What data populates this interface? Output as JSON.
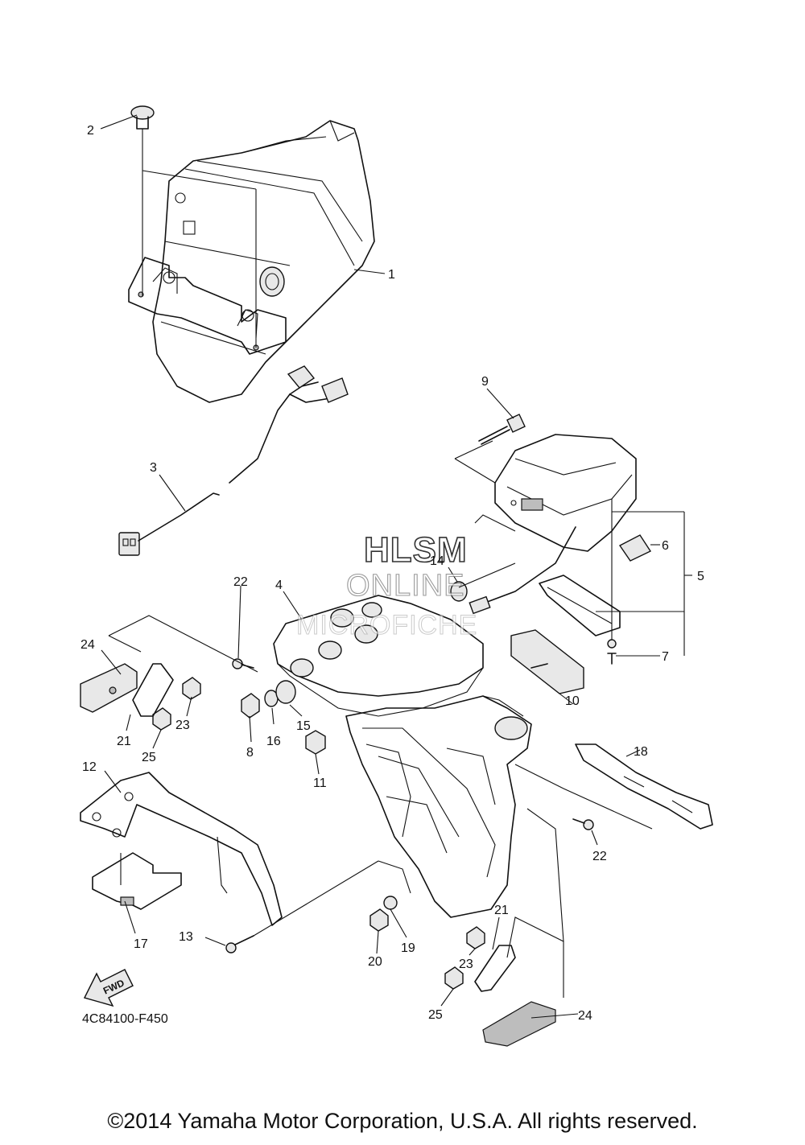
{
  "watermark": {
    "line1": "HLSM",
    "line2": "ONLINE",
    "line3": "MICROFICHE"
  },
  "fwd_label": "FWD",
  "diagram_code": "4C84100-F450",
  "copyright": "©2014 Yamaha Motor Corporation, U.S.A. All rights reserved.",
  "callouts": [
    {
      "id": "c1",
      "text": "1"
    },
    {
      "id": "c2",
      "text": "2"
    },
    {
      "id": "c3",
      "text": "3"
    },
    {
      "id": "c4",
      "text": "4"
    },
    {
      "id": "c5",
      "text": "5"
    },
    {
      "id": "c6",
      "text": "6"
    },
    {
      "id": "c7",
      "text": "7"
    },
    {
      "id": "c8",
      "text": "8"
    },
    {
      "id": "c9",
      "text": "9"
    },
    {
      "id": "c10",
      "text": "10"
    },
    {
      "id": "c11",
      "text": "11"
    },
    {
      "id": "c12",
      "text": "12"
    },
    {
      "id": "c13",
      "text": "13"
    },
    {
      "id": "c14",
      "text": "14"
    },
    {
      "id": "c15",
      "text": "15"
    },
    {
      "id": "c16",
      "text": "16"
    },
    {
      "id": "c17",
      "text": "17"
    },
    {
      "id": "c18",
      "text": "18"
    },
    {
      "id": "c19",
      "text": "19"
    },
    {
      "id": "c20",
      "text": "20"
    },
    {
      "id": "c21a",
      "text": "21"
    },
    {
      "id": "c21b",
      "text": "21"
    },
    {
      "id": "c22a",
      "text": "22"
    },
    {
      "id": "c22b",
      "text": "22"
    },
    {
      "id": "c23a",
      "text": "23"
    },
    {
      "id": "c23b",
      "text": "23"
    },
    {
      "id": "c24a",
      "text": "24"
    },
    {
      "id": "c24b",
      "text": "24"
    },
    {
      "id": "c25a",
      "text": "25"
    },
    {
      "id": "c25b",
      "text": "25"
    }
  ]
}
